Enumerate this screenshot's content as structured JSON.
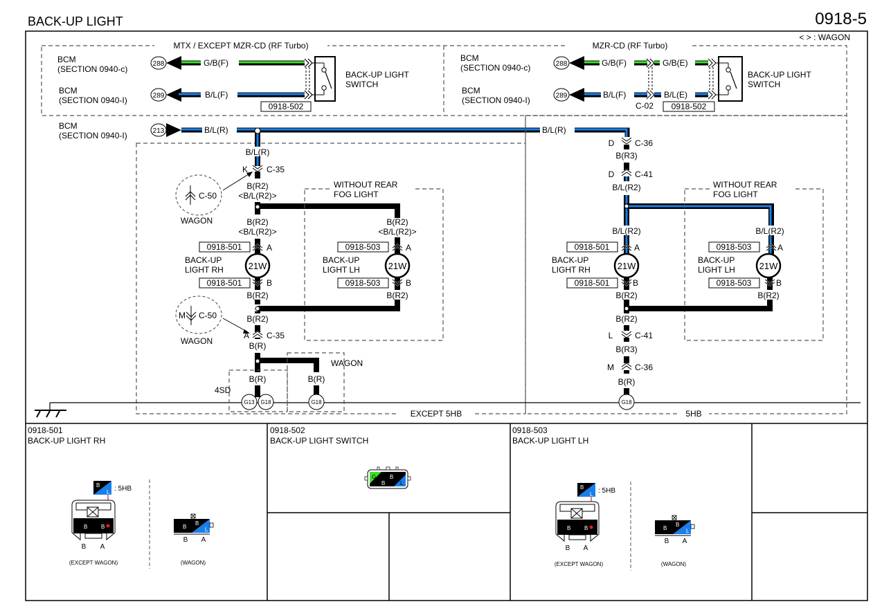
{
  "header": {
    "title": "BACK-UP LIGHT",
    "page_number": "0918-5"
  },
  "legend": {
    "wagon_note": "< > : WAGON"
  },
  "colors": {
    "blue_wire": "#1a7fe8",
    "green_wire": "#3de02a",
    "black_wire": "#000000",
    "red_lead": "#e02020",
    "dash": "#555555"
  },
  "sections": {
    "mtx": {
      "title": "MTX / EXCEPT MZR-CD (RF Turbo)",
      "bcm_top": {
        "label1": "BCM",
        "label2": "(SECTION 0940-c)",
        "terminal": "288",
        "wire": "G/B(F)"
      },
      "bcm_bottom": {
        "label1": "BCM",
        "label2": "(SECTION 0940-I)",
        "terminal": "289",
        "wire": "B/L(F)"
      },
      "connector_ref": "0918-502",
      "switch_label1": "BACK-UP LIGHT",
      "switch_label2": "SWITCH"
    },
    "mzr": {
      "title": "MZR-CD (RF Turbo)",
      "bcm_top": {
        "label1": "BCM",
        "label2": "(SECTION 0940-c)",
        "terminal": "288",
        "wire1": "G/B(F)",
        "wire2": "G/B(E)"
      },
      "bcm_bottom": {
        "label1": "BCM",
        "label2": "(SECTION 0940-I)",
        "terminal": "289",
        "wire1": "B/L(F)",
        "wire2": "B/L(E)"
      },
      "joint_connector": "C-02",
      "connector_ref": "0918-502",
      "switch_label1": "BACK-UP LIGHT",
      "switch_label2": "SWITCH"
    },
    "feed": {
      "label1": "BCM",
      "label2": "(SECTION 0940-I)",
      "terminal": "213",
      "wire": "B/L(R)",
      "wire_right": "B/L(R)"
    },
    "except5hb": {
      "footer": "EXCEPT 5HB",
      "wire_br": "B/L(R)",
      "c35_top_pin": "K",
      "c35": "C-35",
      "wire_r2_top": "B(R2)",
      "wire_r2_top_wagon": "<B/L(R2)>",
      "wagon_bubble_top": {
        "label": "C-50",
        "caption": "WAGON"
      },
      "rh": {
        "wire": "B(R2)",
        "wire_wagon": "<B/L(R2)>",
        "ref": "0918-501",
        "pin_a": "A",
        "pin_b": "B",
        "watt": "21W",
        "label1": "BACK-UP",
        "label2": "LIGHT RH",
        "wire_out": "B(R2)"
      },
      "lh": {
        "wire": "B(R2)",
        "wire_wagon": "<B/L(R2)>",
        "ref": "0918-503",
        "pin_a": "A",
        "pin_b": "B",
        "watt": "21W",
        "label1": "BACK-UP",
        "label2": "LIGHT LH",
        "wire_out": "B(R2)"
      },
      "fog_box": {
        "line1": "WITHOUT REAR",
        "line2": "FOG LIGHT"
      },
      "wire_r2_bottom": "B(R2)",
      "wagon_bubble_bottom": {
        "pin": "M",
        "label": "C-50",
        "caption": "WAGON"
      },
      "c35_bottom_pin": "A",
      "c35_bottom": "C-35",
      "wire_r": "B(R)",
      "ground_4sd": {
        "label": "4SD",
        "wire": "B(R)",
        "g1": "G13",
        "g2": "G18"
      },
      "ground_wagon": {
        "label": "WAGON",
        "wire": "B(R)",
        "g": "G18"
      }
    },
    "hb5": {
      "footer": "5HB",
      "c36_top_pin": "D",
      "c36": "C-36",
      "wire_r3_top": "B(R3)",
      "c41_top_pin": "D",
      "c41": "C-41",
      "wire_bl_r2": "B/L(R2)",
      "fog_box": {
        "line1": "WITHOUT REAR",
        "line2": "FOG LIGHT"
      },
      "rh": {
        "wire": "B/L(R2)",
        "ref": "0918-501",
        "pin_a": "A",
        "pin_b": "B",
        "watt": "21W",
        "label1": "BACK-UP",
        "label2": "LIGHT RH",
        "wire_out": "B(R2)"
      },
      "lh": {
        "wire": "B/L(R2)",
        "ref": "0918-503",
        "pin_a": "A",
        "pin_b": "B",
        "watt": "21W",
        "label1": "BACK-UP",
        "label2": "LIGHT LH",
        "wire_out": "B(R2)"
      },
      "wire_r2_bottom": "B(R2)",
      "c41_bottom_pin": "L",
      "c41_bottom": "C-41",
      "wire_r3_bottom": "B(R3)",
      "c36_bottom_pin": "M",
      "c36_bottom": "C-36",
      "wire_r": "B(R)",
      "ground": "G18"
    }
  },
  "connectors": [
    {
      "code": "0918-501",
      "name": "BACK-UP LIGHT RH",
      "except_wagon": {
        "caption": "(EXCEPT WAGON)",
        "pins": [
          "B",
          "A"
        ],
        "cells": [
          "B",
          "B"
        ],
        "note": ": 5HB",
        "note_colors": [
          "B",
          "L"
        ]
      },
      "wagon": {
        "caption": "(WAGON)",
        "pins": [
          "B",
          "A"
        ],
        "cells": [
          "B",
          "B",
          "L"
        ]
      }
    },
    {
      "code": "0918-502",
      "name": "BACK-UP LIGHT SWITCH",
      "cells": [
        "G",
        "B",
        "B",
        "L"
      ]
    },
    {
      "code": "0918-503",
      "name": "BACK-UP LIGHT LH",
      "except_wagon": {
        "caption": "(EXCEPT WAGON)",
        "pins": [
          "B",
          "A"
        ],
        "cells": [
          "B",
          "B"
        ],
        "note": ": 5HB",
        "note_colors": [
          "B",
          "L"
        ]
      },
      "wagon": {
        "caption": "(WAGON)",
        "pins": [
          "B",
          "A"
        ],
        "cells": [
          "B",
          "B",
          "L"
        ]
      }
    }
  ]
}
